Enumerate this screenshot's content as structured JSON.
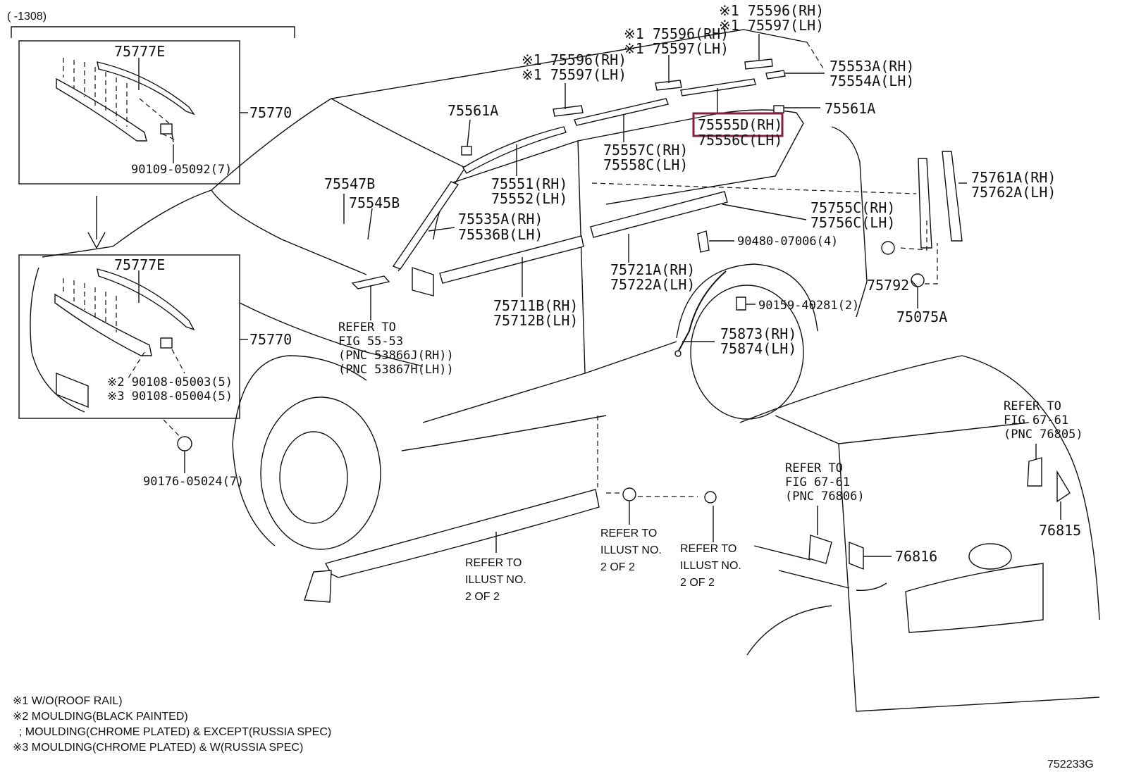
{
  "range_note": "(   -1308)",
  "diagram_id": "752233G",
  "highlight_color": "#8b1c3a",
  "insets": {
    "top": {
      "part_a": "75777E",
      "assembly": "75770",
      "clip": "90109-05092(7)"
    },
    "bottom": {
      "part_a": "75777E",
      "assembly": "75770",
      "clip_2": "※2 90108-05003(5)",
      "clip_3": "※3 90108-05004(5)"
    }
  },
  "labels": {
    "p90176": "90176-05024(7)",
    "p75547b": "75547B",
    "p75545b": "75545B",
    "p75561a_l": "75561A",
    "p75561a_r": "75561A",
    "p75535": "75535A(RH)",
    "p75536": "75536B(LH)",
    "p75551": "75551(RH)",
    "p75552": "75552(LH)",
    "p75596_a": "※1 75596(RH)",
    "p75597_a": "※1 75597(LH)",
    "p75596_b": "※1 75596(RH)",
    "p75597_b": "※1 75597(LH)",
    "p75596_c": "※1 75596(RH)",
    "p75597_c": "※1 75597(LH)",
    "p75553": "75553A(RH)",
    "p75554": "75554A(LH)",
    "p75555": "75555D(RH)",
    "p75556": "75556C(LH)",
    "p75557": "75557C(RH)",
    "p75558": "75558C(LH)",
    "p75761": "75761A(RH)",
    "p75762": "75762A(LH)",
    "p75755": "75755C(RH)",
    "p75756": "75756C(LH)",
    "p90480": "90480-07006(4)",
    "p75721": "75721A(RH)",
    "p75722": "75722A(LH)",
    "p75711": "75711B(RH)",
    "p75712": "75712B(LH)",
    "p75792": "75792",
    "p75075": "75075A",
    "p90159": "90159-40281(2)",
    "p75873": "75873(RH)",
    "p75874": "75874(LH)",
    "p76816": "76816",
    "p76815": "76815"
  },
  "refs": {
    "fig55": [
      "REFER TO",
      "FIG 55-53",
      "(PNC 53866J(RH))",
      "(PNC 53867H(LH))"
    ],
    "fig67_a": [
      "REFER TO",
      "FIG 67-61",
      "(PNC 76805)"
    ],
    "fig67_b": [
      "REFER TO",
      "FIG 67-61",
      "(PNC 76806)"
    ],
    "illust_a": [
      "REFER TO",
      "ILLUST NO.",
      "2 OF 2"
    ],
    "illust_b": [
      "REFER TO",
      "ILLUST NO.",
      "2 OF 2"
    ],
    "illust_c": [
      "REFER TO",
      "ILLUST NO.",
      "2 OF 2"
    ]
  },
  "notes": [
    "※1 W/O(ROOF RAIL)",
    "※2 MOULDING(BLACK PAINTED)",
    "  ; MOULDING(CHROME PLATED) & EXCEPT(RUSSIA SPEC)",
    "※3 MOULDING(CHROME PLATED) & W(RUSSIA SPEC)"
  ]
}
